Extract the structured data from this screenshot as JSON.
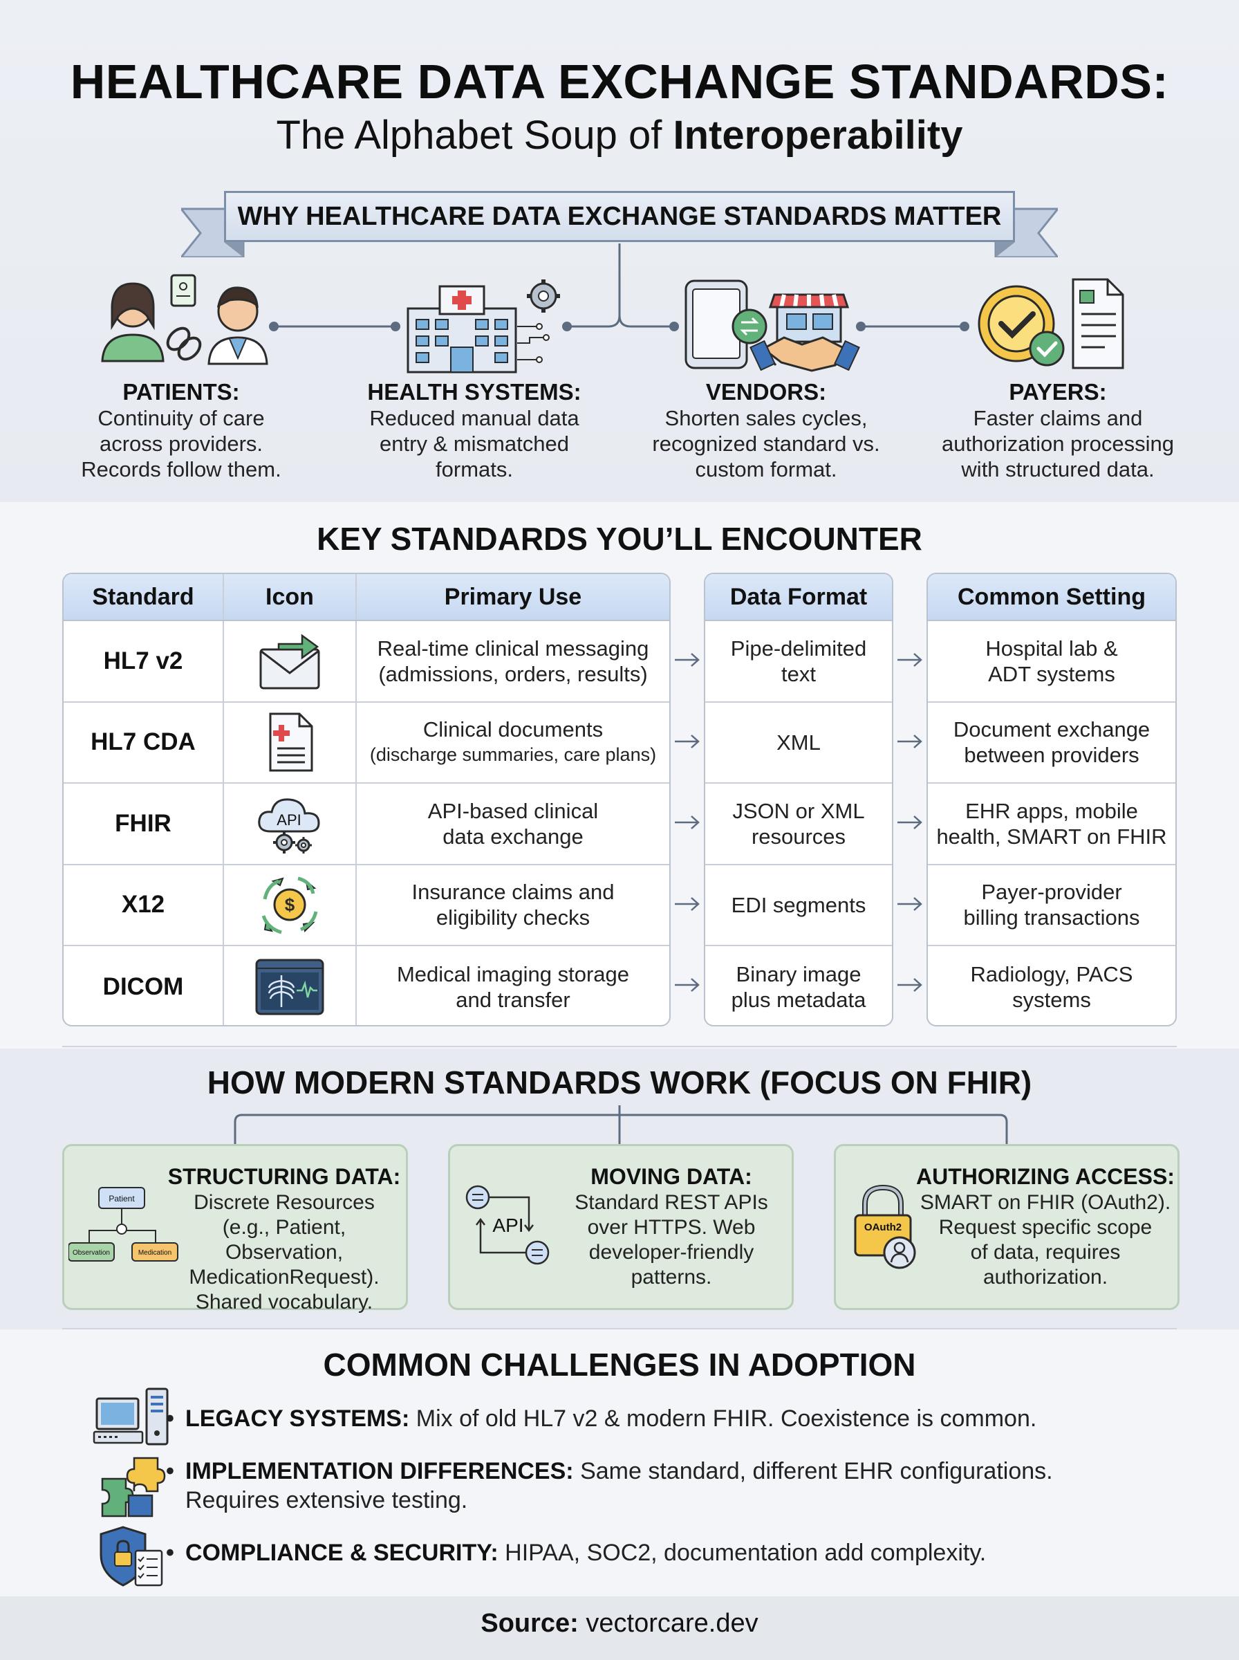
{
  "header": {
    "title": "HEALTHCARE DATA EXCHANGE STANDARDS:",
    "subtitle_plain": "The Alphabet Soup of ",
    "subtitle_bold": "Interoperability"
  },
  "why": {
    "banner": "WHY HEALTHCARE DATA EXCHANGE STANDARDS MATTER",
    "stakeholders": [
      {
        "title": "PATIENTS:",
        "lines": [
          "Continuity of care",
          "across providers.",
          "Records follow them."
        ]
      },
      {
        "title": "HEALTH SYSTEMS:",
        "lines": [
          "Reduced manual data",
          "entry & mismatched",
          "formats."
        ]
      },
      {
        "title": "VENDORS:",
        "lines": [
          "Shorten sales cycles,",
          "recognized standard vs.",
          "custom format."
        ]
      },
      {
        "title": "PAYERS:",
        "lines": [
          "Faster claims and",
          "authorization processing",
          "with structured data."
        ]
      }
    ]
  },
  "standards": {
    "title": "KEY STANDARDS YOU’LL ENCOUNTER",
    "headers": [
      "Standard",
      "Icon",
      "Primary Use",
      "Data Format",
      "Common Setting"
    ],
    "rows": [
      {
        "standard": "HL7 v2",
        "icon": "envelope-arrow-icon",
        "use": [
          "Real-time clinical messaging",
          "(admissions, orders, results)"
        ],
        "use_small": false,
        "format": [
          "Pipe-delimited",
          "text"
        ],
        "setting": [
          "Hospital lab &",
          "ADT systems"
        ]
      },
      {
        "standard": "HL7 CDA",
        "icon": "medical-document-icon",
        "use": [
          "Clinical documents",
          "(discharge summaries, care plans)"
        ],
        "use_small": true,
        "format": [
          "XML"
        ],
        "setting": [
          "Document exchange",
          "between providers"
        ]
      },
      {
        "standard": "FHIR",
        "icon": "api-cloud-icon",
        "use": [
          "API-based clinical",
          "data exchange"
        ],
        "use_small": false,
        "format": [
          "JSON or XML",
          "resources"
        ],
        "setting": [
          "EHR apps, mobile",
          "health, SMART on FHIR"
        ]
      },
      {
        "standard": "X12",
        "icon": "dollar-cycle-icon",
        "use": [
          "Insurance claims and",
          "eligibility checks"
        ],
        "use_small": false,
        "format": [
          "EDI segments"
        ],
        "setting": [
          "Payer-provider",
          "billing transactions"
        ]
      },
      {
        "standard": "DICOM",
        "icon": "xray-monitor-icon",
        "use": [
          "Medical imaging storage",
          "and transfer"
        ],
        "use_small": false,
        "format": [
          "Binary image",
          "plus metadata"
        ],
        "setting": [
          "Radiology, PACS",
          "systems"
        ]
      }
    ],
    "icon_label_api": "API"
  },
  "fhir": {
    "title": "HOW MODERN STANDARDS WORK (FOCUS ON FHIR)",
    "cards": [
      {
        "title": "STRUCTURING DATA:",
        "lines": [
          "Discrete Resources",
          "(e.g., Patient, Observation,",
          "MedicationRequest).",
          "Shared vocabulary."
        ]
      },
      {
        "title": "MOVING DATA:",
        "lines": [
          "Standard REST APIs",
          "over HTTPS. Web",
          "developer-friendly",
          "patterns."
        ]
      },
      {
        "title": "AUTHORIZING ACCESS:",
        "lines": [
          "SMART on FHIR (OAuth2).",
          "Request specific scope",
          "of data, requires",
          "authorization."
        ]
      }
    ],
    "diagram_labels": {
      "patient": "Patient",
      "observation": "Observation",
      "medication": "Medication",
      "api": "API",
      "oauth": "OAuth2"
    }
  },
  "challenges": {
    "title": "COMMON CHALLENGES IN ADOPTION",
    "items": [
      {
        "label": "LEGACY SYSTEMS:",
        "text": " Mix of old HL7 v2 & modern FHIR. Coexistence is common.",
        "icon": "computer-server-icon"
      },
      {
        "label": "IMPLEMENTATION DIFFERENCES:",
        "text": " Same standard, different EHR configurations.",
        "text2": "Requires extensive testing.",
        "icon": "puzzle-icon"
      },
      {
        "label": "COMPLIANCE & SECURITY:",
        "text": " HIPAA, SOC2, documentation add complexity.",
        "icon": "shield-checklist-icon"
      }
    ]
  },
  "source": {
    "label": "Source:",
    "value": " vectorcare.dev"
  },
  "colors": {
    "accent_blue": "#c6d8f1",
    "card_green": "#dfeadf",
    "line": "#5c6b80"
  }
}
